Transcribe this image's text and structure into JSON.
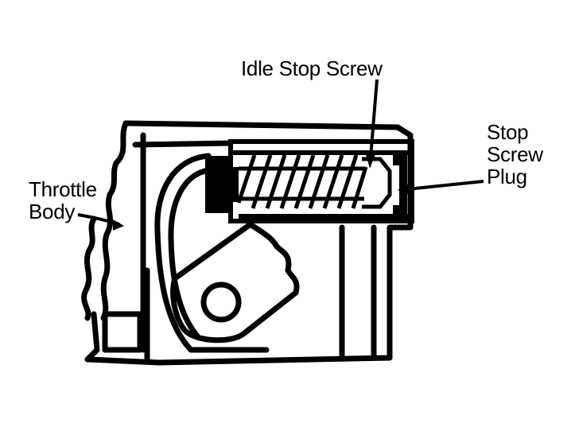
{
  "labels": {
    "idle_stop_screw": "Idle Stop Screw",
    "stop_screw_plug": [
      "Stop",
      "Screw",
      "Plug"
    ],
    "throttle_body": [
      "Throttle",
      "Body"
    ]
  },
  "colors": {
    "ink": "#000000",
    "paper": "#ffffff"
  }
}
